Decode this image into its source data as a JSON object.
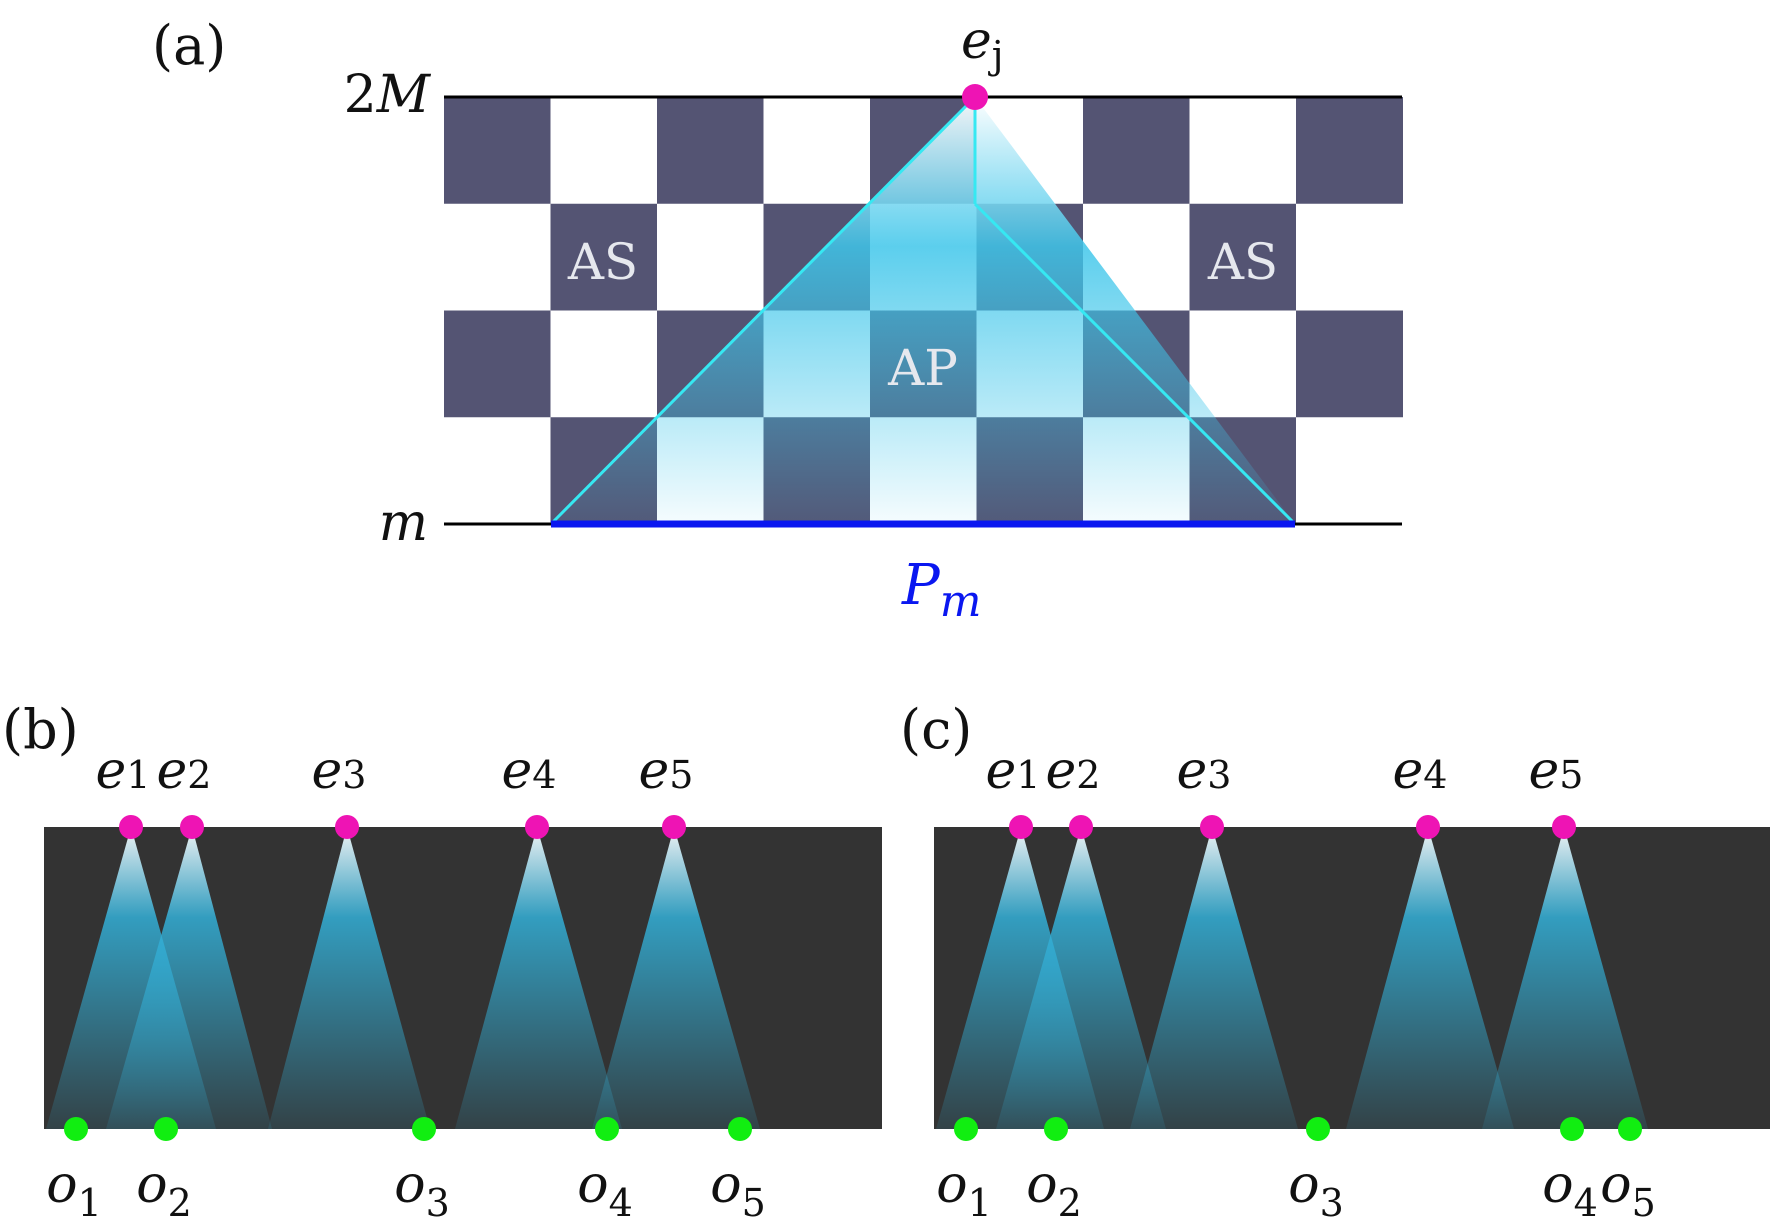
{
  "panels": {
    "a": {
      "label": "(a)",
      "top_label_num": "2",
      "top_label_var": "M",
      "bottom_label": "m",
      "apex_label_base": "e",
      "apex_label_sub": "j",
      "base_label": "P",
      "base_label_sub": "m",
      "region_as_left": "AS",
      "region_as_right": "AS",
      "region_ap": "AP",
      "colors": {
        "dark_cell": "#545473",
        "light_cell": "#ffffff",
        "cone_edge": "#36e8f2",
        "base_line": "#0a17f0",
        "apex_node": "#ee14b4"
      }
    },
    "b": {
      "label": "(b)",
      "emitters": [
        {
          "base": "e",
          "sub": "1"
        },
        {
          "base": "e",
          "sub": "2"
        },
        {
          "base": "e",
          "sub": "3"
        },
        {
          "base": "e",
          "sub": "4"
        },
        {
          "base": "e",
          "sub": "5"
        }
      ],
      "observers": [
        {
          "base": "o",
          "sub": "1"
        },
        {
          "base": "o",
          "sub": "2"
        },
        {
          "base": "o",
          "sub": "3"
        },
        {
          "base": "o",
          "sub": "4"
        },
        {
          "base": "o",
          "sub": "5"
        }
      ]
    },
    "c": {
      "label": "(c)",
      "emitters": [
        {
          "base": "e",
          "sub": "1"
        },
        {
          "base": "e",
          "sub": "2"
        },
        {
          "base": "e",
          "sub": "3"
        },
        {
          "base": "e",
          "sub": "4"
        },
        {
          "base": "e",
          "sub": "5"
        }
      ],
      "observers": [
        {
          "base": "o",
          "sub": "1"
        },
        {
          "base": "o",
          "sub": "2"
        },
        {
          "base": "o",
          "sub": "3"
        },
        {
          "base": "o",
          "sub": "4"
        },
        {
          "base": "o",
          "sub": "5"
        }
      ]
    }
  },
  "colors": {
    "band_dark": "#333333",
    "emitter_node": "#ee14b4",
    "observer_node": "#11ee11"
  }
}
